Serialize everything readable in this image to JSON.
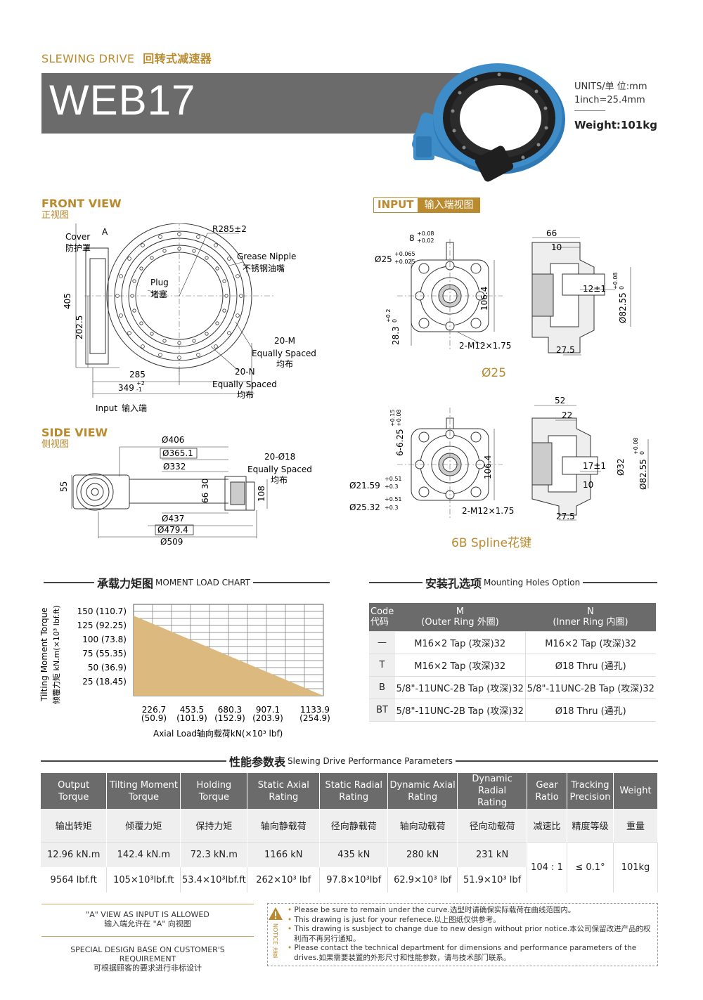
{
  "header": {
    "subtitle_en": "SLEWING DRIVE",
    "subtitle_cn": "回转式减速器",
    "model": "WEB17",
    "units_line1": "UNITS/单  位:mm",
    "units_line2": "1inch=25.4mm",
    "weight": "Weight:101kg",
    "brand_color": "#b98a2e",
    "bar_color": "#6b6b6b",
    "product_color": "#3e8cc8"
  },
  "front_view": {
    "title": "FRONT VIEW",
    "title_cn": "正视图",
    "labels": {
      "cover": "Cover",
      "cover_cn": "防护罩",
      "a": "A",
      "radius": "R285±2",
      "nipple": "Grease Nipple",
      "nipple_cn": "不锈钢油嘴",
      "plug": "Plug",
      "plug_cn": "堵塞",
      "h405": "405",
      "h2025": "202.5",
      "m20": "20-M",
      "eq1": "Equally Spaced",
      "eq1_cn": "均布",
      "n20": "20-N",
      "eq2": "Equally Spaced",
      "eq2_cn": "均布",
      "d285": "285",
      "d349": "349",
      "d349_tol_up": "+2",
      "d349_tol_dn": "-1",
      "input": "Input",
      "input_cn": "输入端"
    }
  },
  "side_view": {
    "title": "SIDE VIEW",
    "title_cn": "侧视图",
    "labels": {
      "d406": "Ø406",
      "d3651": "Ø365.1",
      "d332": "Ø332",
      "holes": "20-Ø18",
      "eq": "Equally Spaced",
      "eq_cn": "均布",
      "h55": "55",
      "h30": "30",
      "h66": "66",
      "h108": "108",
      "d437": "Ø437",
      "d4794": "Ø479.4",
      "d509": "Ø509"
    }
  },
  "input_view": {
    "tag_en": "INPUT",
    "tag_cn": "输入端视图",
    "v1": {
      "key": "8",
      "key_tol_up": "+0.08",
      "key_tol_dn": "+0.02",
      "dia": "Ø25",
      "dia_tol_up": "+0.065",
      "dia_tol_dn": "+0.025",
      "h1064": "106.4",
      "h283": "28.3",
      "h283_tol_up": "+0.2",
      "h283_tol_dn": "0",
      "thread": "2-M12×1.75",
      "w66": "66",
      "w10": "10",
      "w12": "12±1",
      "w275": "27.5",
      "d8255": "Ø82.55",
      "d8255_tol_up": "+0.08",
      "d8255_tol_dn": "0",
      "caption": "Ø25"
    },
    "v2": {
      "h625": "6-6.25",
      "h625_tol_up": "+0.15",
      "h625_tol_dn": "+0.08",
      "h1064": "106.4",
      "d2159": "Ø21.59",
      "d2159_tol_up": "+0.51",
      "d2159_tol_dn": "+0.3",
      "d2532": "Ø25.32",
      "d2532_tol_up": "+0.51",
      "d2532_tol_dn": "+0.3",
      "thread": "2-M12×1.75",
      "w52": "52",
      "w22": "22",
      "w17": "17±1",
      "w10": "10",
      "w275": "27.5",
      "d32": "Ø32",
      "d8255": "Ø82.55",
      "d8255_tol_up": "+0.08",
      "d8255_tol_dn": "0",
      "caption": "6B Spline花键"
    }
  },
  "moment_chart": {
    "title_cn": "承载力矩图",
    "title_en": "MOMENT LOAD CHART",
    "ylabel_en": "Tilting Moment Torque",
    "ylabel_cn": "倾覆力矩 kN.m(×10³ lbf.ft)",
    "xlabel": "Axial Load轴向载荷kN(×10³ lbf)",
    "fill_color": "#dbb97f"
  },
  "chart_data": {
    "type": "area",
    "y_ticks": [
      "150 (110.7)",
      "125 (92.25)",
      "100 (73.8)",
      "75 (55.35)",
      "50  (36.9)",
      "25 (18.45)"
    ],
    "y_values": [
      150,
      125,
      100,
      75,
      50,
      25
    ],
    "x_ticks_top": [
      "226.7",
      "453.5",
      "680.3",
      "907.1",
      "1133.9"
    ],
    "x_ticks_bottom": [
      "(50.9)",
      "(101.9)",
      "(152.9)",
      "(203.9)",
      "(254.9)"
    ],
    "x_values": [
      226.7,
      453.5,
      680.3,
      907.1,
      1133.9
    ],
    "x": [
      0,
      1133.9
    ],
    "y": [
      142.4,
      0
    ],
    "xlim": [
      0,
      1133.9
    ],
    "ylim": [
      0,
      162.5
    ],
    "grid": true
  },
  "mounting": {
    "title_cn": "安装孔选项",
    "title_en": "Mounting Holes Option",
    "headers": {
      "code": "Code",
      "code_cn": "代码",
      "m": "M",
      "m_sub": "(Outer Ring 外圈)",
      "n": "N",
      "n_sub": "(Inner Ring 内圈)"
    },
    "rows": [
      {
        "code": "—",
        "m": "M16×2 Tap (攻深)32",
        "n": "M16×2 Tap (攻深)32"
      },
      {
        "code": "T",
        "m": "M16×2 Tap (攻深)32",
        "n": "Ø18 Thru (通孔)"
      },
      {
        "code": "B",
        "m": "5/8\"-11UNC-2B Tap (攻深)32",
        "n": "5/8\"-11UNC-2B Tap (攻深)32"
      },
      {
        "code": "BT",
        "m": "5/8\"-11UNC-2B Tap (攻深)32",
        "n": "Ø18 Thru (通孔)"
      }
    ]
  },
  "performance": {
    "title_cn": "性能参数表",
    "title_en": "Slewing Drive Performance Parameters",
    "headers_en": [
      {
        "l1": "Output",
        "l2": "Torque"
      },
      {
        "l1": "Tilting Moment",
        "l2": "Torque"
      },
      {
        "l1": "Holding",
        "l2": "Torque"
      },
      {
        "l1": "Static Axial",
        "l2": "Rating"
      },
      {
        "l1": "Static Radial",
        "l2": "Rating"
      },
      {
        "l1": "Dynamic Axial",
        "l2": "Rating"
      },
      {
        "l1": "Dynamic Radial",
        "l2": "Rating"
      },
      {
        "l1": "Gear",
        "l2": "Ratio"
      },
      {
        "l1": "Tracking",
        "l2": "Precision"
      },
      {
        "l1": "Weight",
        "l2": ""
      }
    ],
    "headers_cn": [
      "输出转矩",
      "倾覆力矩",
      "保持力矩",
      "轴向静载荷",
      "径向静载荷",
      "轴向动载荷",
      "径向动载荷",
      "减速比",
      "精度等级",
      "重量"
    ],
    "row_metric": [
      "12.96 kN.m",
      "142.4 kN.m",
      "72.3 kN.m",
      "1166 kN",
      "435 kN",
      "280 kN",
      "231 kN"
    ],
    "row_imperial": [
      "9564 lbf.ft",
      "105×10³lbf.ft",
      "53.4×10³lbf.ft",
      "262×10³ lbf",
      "97.8×10³lbf",
      "62.9×10³ lbf",
      "51.9×10³ lbf"
    ],
    "gear_ratio": "104 : 1",
    "precision": "≤ 0.1°",
    "weight": "101kg"
  },
  "footer": {
    "left_line1": "\"A\" VIEW AS INPUT IS ALLOWED",
    "left_line2": "输入端允许在 \"A\" 向视图",
    "left_line3": "SPECIAL DESIGN BASE ON CUSTOMER'S REQUIREMENT",
    "left_line4": "可根据顾客的要求进行非标设计",
    "notice_label": "NOTICE 注意",
    "notices": [
      "Please be sure to remain under the curve.选型时请确保实际载荷在曲线范围内。",
      "This drawing is just for your refenece.以上图纸仅供参考。",
      "This drawing is susbject to change due to new design without prior notice.本公司保留改进产品的权利而不再另行通知。",
      "Please contact the technical department for dimensions and performance parameters of the drives.如果需要装置的外形尺寸和性能参数，请与技术部门联系。"
    ]
  }
}
